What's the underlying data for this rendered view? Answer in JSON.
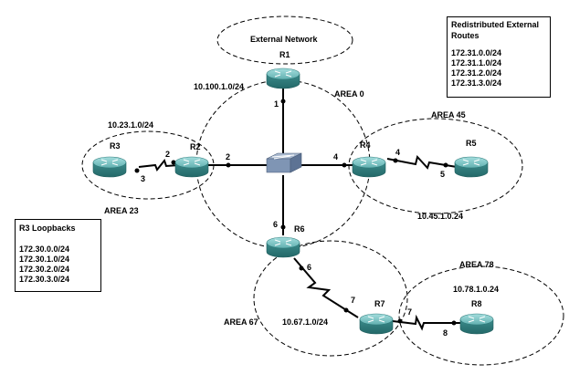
{
  "areas": {
    "external": "External Network",
    "area0": "AREA 0",
    "area45": "AREA 45",
    "area23": "AREA 23",
    "area67": "AREA 67",
    "area78": "AREA 78"
  },
  "routers": {
    "r1": "R1",
    "r2": "R2",
    "r3": "R3",
    "r4": "R4",
    "r5": "R5",
    "r6": "R6",
    "r7": "R7",
    "r8": "R8"
  },
  "subnets": {
    "s_10_100": "10.100.1.0/24",
    "s_10_23": "10.23.1.0/24",
    "s_10_45": "10.45.1.0.24",
    "s_10_67": "10.67.1.0/24",
    "s_10_78": "10.78.1.0.24"
  },
  "interfaces": {
    "r1_sw": "1",
    "r2_sw": "2",
    "r4_sw": "4",
    "r6_sw": "6",
    "r2_r3": "2",
    "r3_r2": "3",
    "r4_r5": "4",
    "r5_r4": "5",
    "r6_r7": "6",
    "r7_r6": "7",
    "r7_r8": "7",
    "r8_r7": "8"
  },
  "redistributed": {
    "title": "Redistributed External Routes",
    "routes": [
      "172.31.0.0/24",
      "172.31.1.0/24",
      "172.31.2.0/24",
      "172.31.3.0/24"
    ]
  },
  "loopbacks": {
    "title": "R3 Loopbacks",
    "routes": [
      "172.30.0.0/24",
      "172.30.1.0/24",
      "172.30.2.0/24",
      "172.30.3.0/24"
    ]
  },
  "colors": {
    "router_body": "#3f8f8f",
    "router_top": "#7fc7c7",
    "switch": "#7f95b4"
  }
}
